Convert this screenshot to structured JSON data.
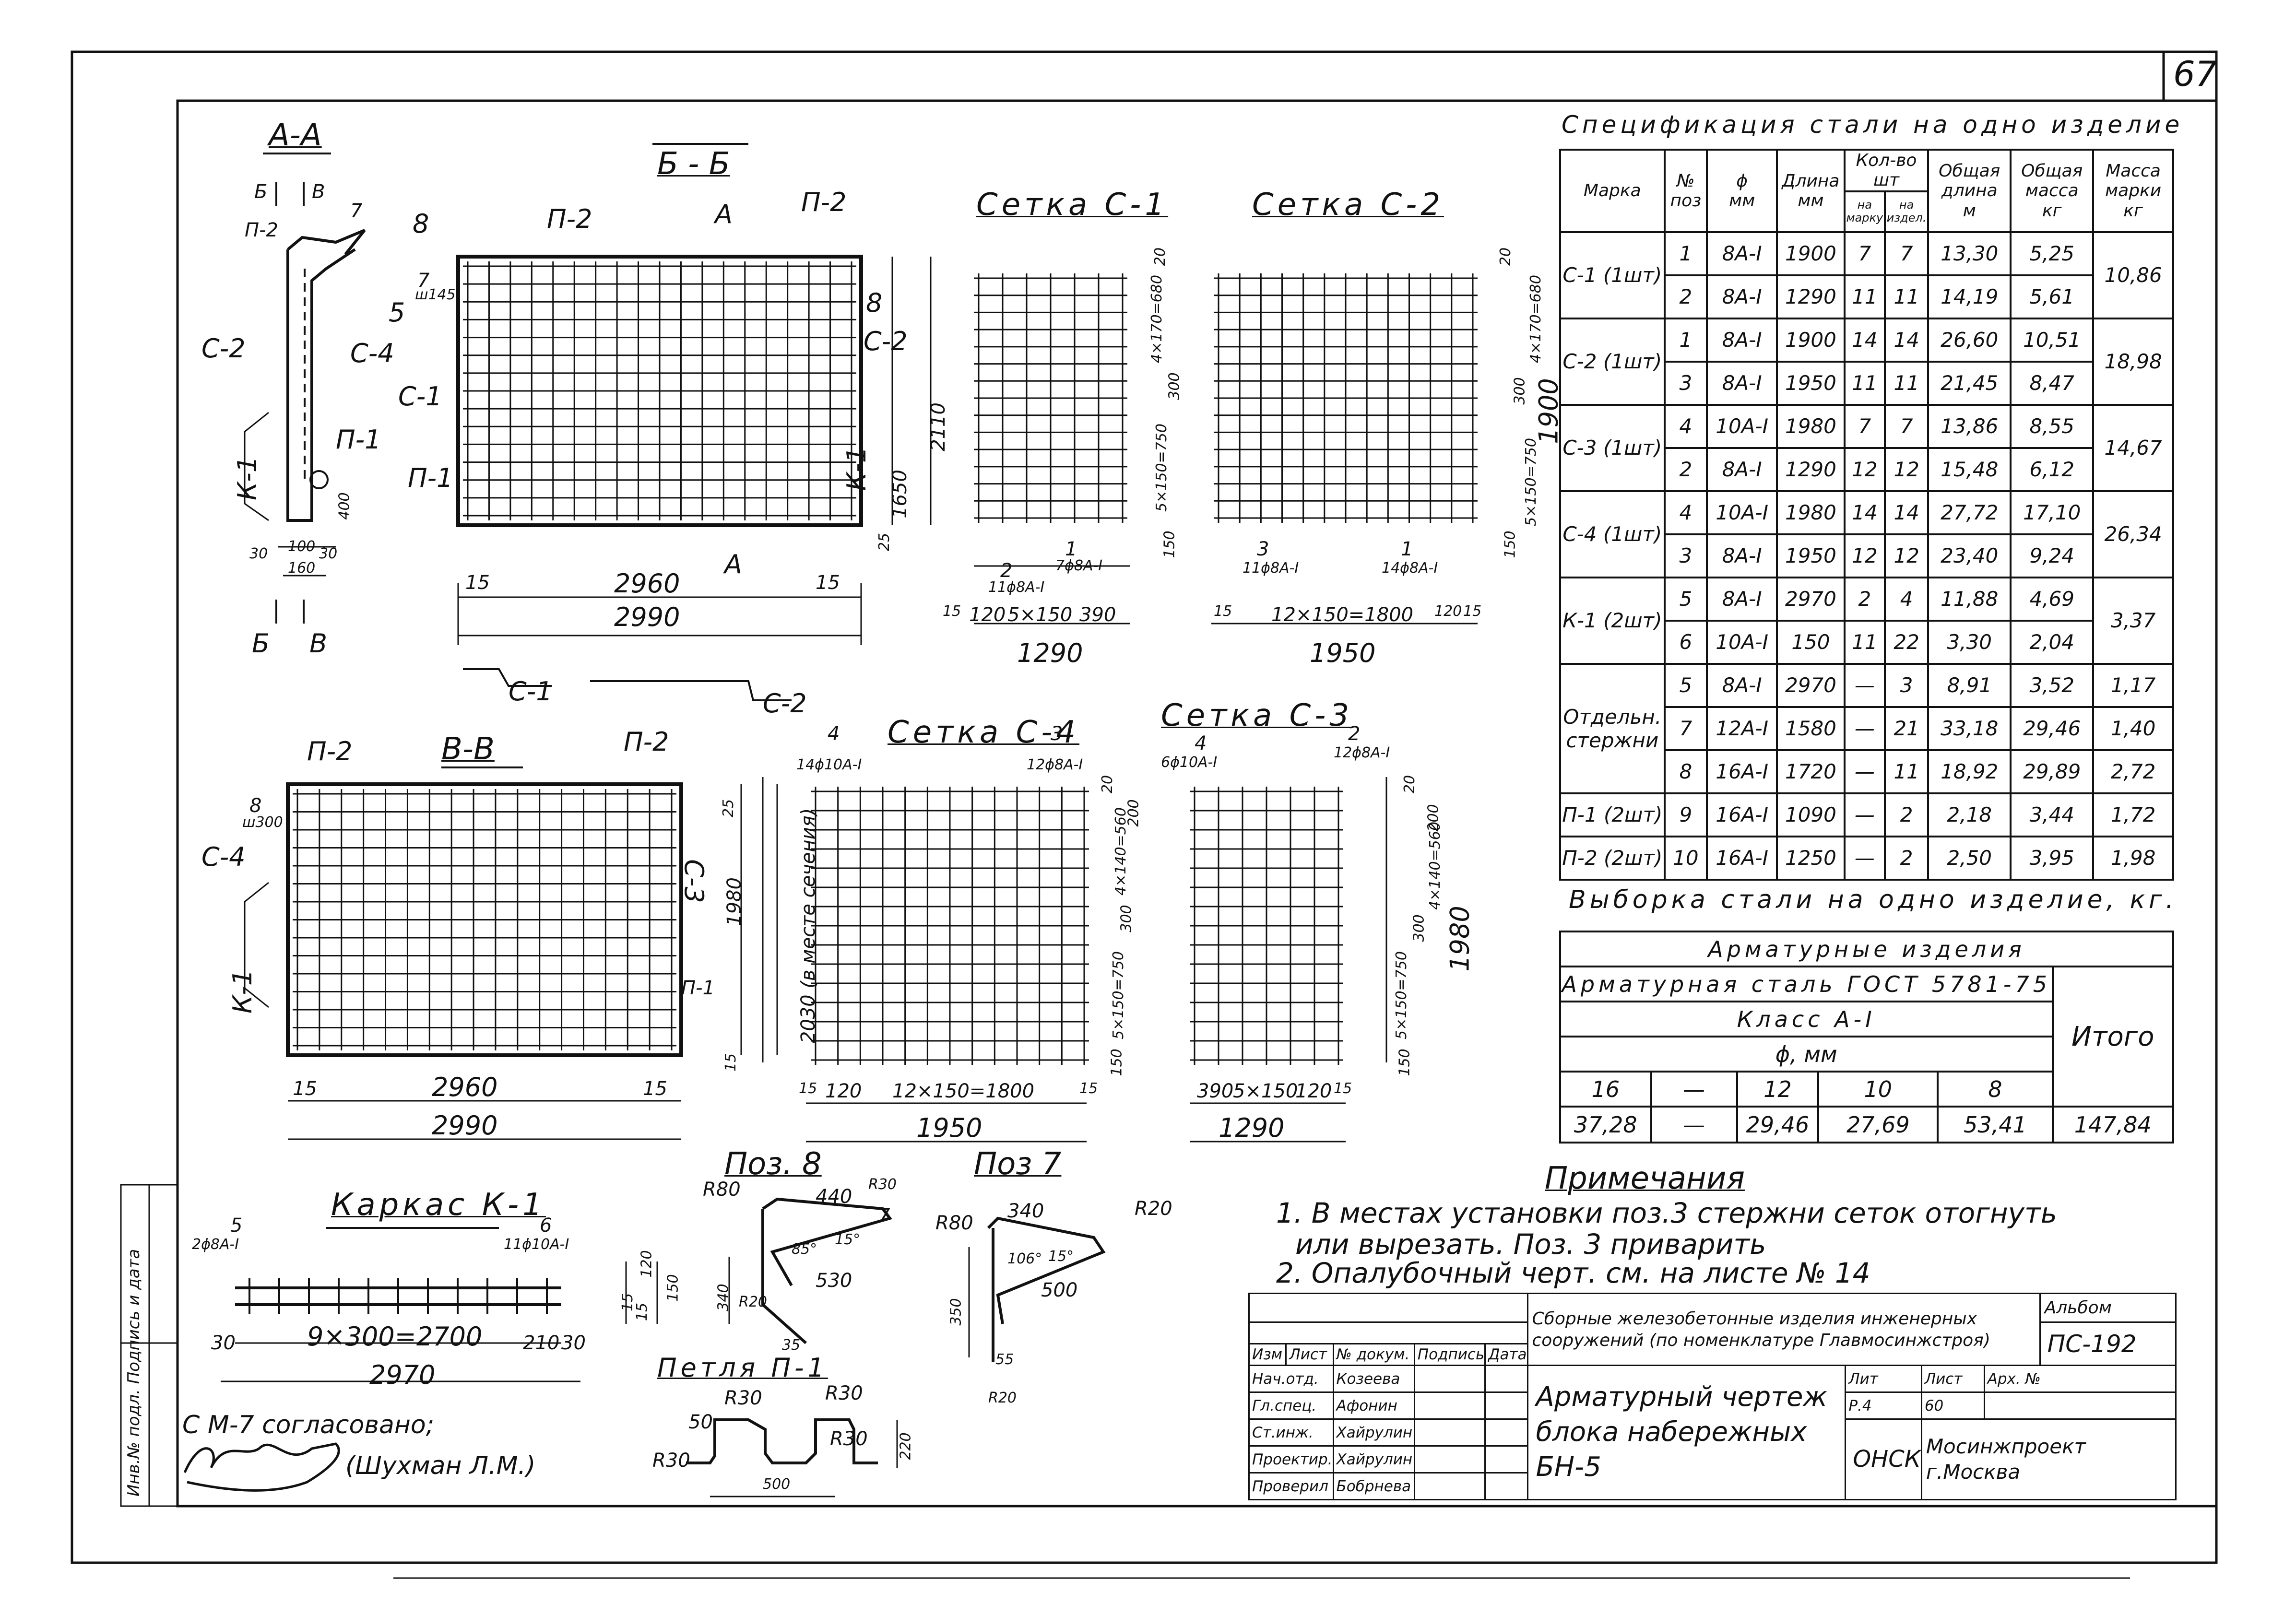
{
  "sheet_number": "67",
  "spec": {
    "title": "Спецификация стали на одно изделие",
    "headers": {
      "mark": "Марка",
      "pos": [
        "№",
        "поз"
      ],
      "diam": [
        "ϕ",
        "мм"
      ],
      "length": [
        "Длина",
        "мм"
      ],
      "qty": "Кол-во шт",
      "qty_mark": "на марку",
      "qty_item": "на издел.",
      "total_len": [
        "Общая длина",
        "м"
      ],
      "total_mass": [
        "Общая масса",
        "кг"
      ],
      "mass_mark": [
        "Масса марки",
        "кг"
      ]
    },
    "rows": [
      {
        "mark": "С-1 (1шт)",
        "mark_rows": 2,
        "pos": "1",
        "diam": "8А-I",
        "length": "1900",
        "qm": "7",
        "qi": "7",
        "tl": "13,30",
        "tm": "5,25",
        "mm": "10,86",
        "mm_rows": 2
      },
      {
        "pos": "2",
        "diam": "8А-I",
        "length": "1290",
        "qm": "11",
        "qi": "11",
        "tl": "14,19",
        "tm": "5,61"
      },
      {
        "mark": "С-2 (1шт)",
        "mark_rows": 2,
        "pos": "1",
        "diam": "8А-I",
        "length": "1900",
        "qm": "14",
        "qi": "14",
        "tl": "26,60",
        "tm": "10,51",
        "mm": "18,98",
        "mm_rows": 2
      },
      {
        "pos": "3",
        "diam": "8А-I",
        "length": "1950",
        "qm": "11",
        "qi": "11",
        "tl": "21,45",
        "tm": "8,47"
      },
      {
        "mark": "С-3 (1шт)",
        "mark_rows": 2,
        "pos": "4",
        "diam": "10А-I",
        "length": "1980",
        "qm": "7",
        "qi": "7",
        "tl": "13,86",
        "tm": "8,55",
        "mm": "14,67",
        "mm_rows": 2
      },
      {
        "pos": "2",
        "diam": "8А-I",
        "length": "1290",
        "qm": "12",
        "qi": "12",
        "tl": "15,48",
        "tm": "6,12"
      },
      {
        "mark": "С-4 (1шт)",
        "mark_rows": 2,
        "pos": "4",
        "diam": "10А-I",
        "length": "1980",
        "qm": "14",
        "qi": "14",
        "tl": "27,72",
        "tm": "17,10",
        "mm": "26,34",
        "mm_rows": 2
      },
      {
        "pos": "3",
        "diam": "8А-I",
        "length": "1950",
        "qm": "12",
        "qi": "12",
        "tl": "23,40",
        "tm": "9,24"
      },
      {
        "mark": "К-1 (2шт)",
        "mark_rows": 2,
        "pos": "5",
        "diam": "8А-I",
        "length": "2970",
        "qm": "2",
        "qi": "4",
        "tl": "11,88",
        "tm": "4,69",
        "mm": "3,37",
        "mm_rows": 2
      },
      {
        "pos": "6",
        "diam": "10А-I",
        "length": "150",
        "qm": "11",
        "qi": "22",
        "tl": "3,30",
        "tm": "2,04"
      },
      {
        "mark": "Отдельн. стержни",
        "mark_rows": 3,
        "pos": "5",
        "diam": "8А-I",
        "length": "2970",
        "qm": "—",
        "qi": "3",
        "tl": "8,91",
        "tm": "3,52",
        "mm": "1,17",
        "mm_rows": 1
      },
      {
        "pos": "7",
        "diam": "12А-I",
        "length": "1580",
        "qm": "—",
        "qi": "21",
        "tl": "33,18",
        "tm": "29,46",
        "mm": "1,40",
        "mm_rows": 1
      },
      {
        "pos": "8",
        "diam": "16А-I",
        "length": "1720",
        "qm": "—",
        "qi": "11",
        "tl": "18,92",
        "tm": "29,89",
        "mm": "2,72",
        "mm_rows": 1
      },
      {
        "mark": "П-1 (2шт)",
        "mark_rows": 1,
        "pos": "9",
        "diam": "16А-I",
        "length": "1090",
        "qm": "—",
        "qi": "2",
        "tl": "2,18",
        "tm": "3,44",
        "mm": "1,72",
        "mm_rows": 1
      },
      {
        "mark": "П-2 (2шт)",
        "mark_rows": 1,
        "pos": "10",
        "diam": "16А-I",
        "length": "1250",
        "qm": "—",
        "qi": "2",
        "tl": "2,50",
        "tm": "3,95",
        "mm": "1,98",
        "mm_rows": 1
      }
    ]
  },
  "selection": {
    "title": "Выборка стали на одно изделие, кг.",
    "h1": "Арматурные изделия",
    "h2": "Арматурная сталь ГОСТ 5781-75",
    "h3": "Класс А-I",
    "h4": "ϕ, мм",
    "total_label": "Итого",
    "diams": [
      "16",
      "—",
      "12",
      "10",
      "8"
    ],
    "values": [
      "37,28",
      "—",
      "29,46",
      "27,69",
      "53,41"
    ],
    "total": "147,84"
  },
  "notes": {
    "title": "Примечания",
    "n1a": "1. В местах установки поз.3 стержни сеток отогнуть",
    "n1b": "или вырезать. Поз. 3 приварить",
    "n2": "2. Опалубочный черт. см. на листе № 14"
  },
  "title_block": {
    "project": "Сборные железобетонные изделия инженерных сооружений (по номенклатуре Главмосинжстроя)",
    "album_label": "Альбом",
    "album": "ПС-192",
    "col_heads": [
      "Изм",
      "Лист",
      "№ докум.",
      "Подпись",
      "Дата"
    ],
    "roles": [
      "Нач.отд.",
      "Гл.спец.",
      "Ст.инж.",
      "Проектир.",
      "Проверил"
    ],
    "names": [
      "Козеева",
      "Афонин",
      "Хайрулин",
      "Хайрулин",
      "Бобрнева"
    ],
    "drawing_title": "Арматурный чертеж блока набережных БН-5",
    "lit_label": "Лит",
    "sheet_label": "Лист",
    "arch_label": "Арх. №",
    "lit": "Р.4",
    "sheet": "60",
    "dept": "ОНСК",
    "org": "Мосинжпроект г.Москва"
  },
  "approval": {
    "line1": "С М-7 согласовано;",
    "line2": "(Шухман Л.М.)"
  },
  "side_stamp": "Инв.№ подл.  Подпись и дата",
  "views": {
    "aa": {
      "title": "А-А",
      "labels": [
        "Б",
        "В",
        "П-2",
        "7",
        "8",
        "5",
        "С-2",
        "С-4",
        "К-1",
        "П-1",
        "400",
        "30",
        "100",
        "30",
        "160",
        "Б",
        "В"
      ]
    },
    "bb": {
      "title": "Б - Б",
      "labels": [
        "П-2",
        "А",
        "П-2",
        "7",
        "ш145",
        "8",
        "С-2",
        "С-1",
        "П-1",
        "К-1",
        "1650",
        "2110",
        "25",
        "2960",
        "15",
        "15",
        "2990",
        "А",
        "С-1",
        "С-2"
      ]
    },
    "vv": {
      "title": "В-В",
      "labels": [
        "П-2",
        "П-2",
        "8",
        "ш300",
        "С-4",
        "С-3",
        "К-1",
        "П-1",
        "25",
        "1980",
        "2030 (в месте сечения)",
        "15",
        "15",
        "2960",
        "15",
        "2990"
      ]
    },
    "c1": {
      "title": "Сетка С-1",
      "labels": [
        "20",
        "4×170=680",
        "300",
        "5×150=750",
        "150",
        "2",
        "11ϕ8А-I",
        "1",
        "7ϕ8А-I",
        "15",
        "120",
        "5×150",
        "390",
        "1290"
      ]
    },
    "c2": {
      "title": "Сетка С-2",
      "labels": [
        "20",
        "300",
        "4×170=680",
        "1900",
        "5×150=750",
        "150",
        "3",
        "11ϕ8А-I",
        "1",
        "14ϕ8А-I",
        "15",
        "12×150=1800",
        "120",
        "15",
        "1950"
      ]
    },
    "c4": {
      "title": "Сетка С-4",
      "labels": [
        "4",
        "14ϕ10А-I",
        "3",
        "12ϕ8А-I",
        "20",
        "200",
        "4×140=560",
        "300",
        "5×150=750",
        "150",
        "15",
        "120",
        "12×150=1800",
        "15",
        "1950"
      ]
    },
    "c3": {
      "title": "Сетка С-3",
      "labels": [
        "4",
        "6ϕ10А-I",
        "2",
        "12ϕ8А-I",
        "20",
        "200",
        "300",
        "4×140=560",
        "1980",
        "5×150=750",
        "150",
        "390",
        "5×150",
        "120",
        "15",
        "1290"
      ]
    },
    "k1": {
      "title": "Каркас К-1",
      "labels": [
        "5",
        "2ϕ8А-I",
        "6",
        "11ϕ10А-I",
        "30",
        "9×300=2700",
        "210",
        "30",
        "2970"
      ]
    },
    "poz8": {
      "title": "Поз. 8",
      "labels": [
        "R80",
        "440",
        "R30",
        "7",
        "85°",
        "15°",
        "340",
        "R20",
        "530",
        "35",
        "15",
        "120",
        "15",
        "150"
      ]
    },
    "poz7": {
      "title": "Поз 7",
      "labels": [
        "R80",
        "340",
        "R20",
        "106°",
        "15°",
        "500",
        "350",
        "55",
        "R20"
      ]
    },
    "p1": {
      "title": "Петля П-1",
      "labels": [
        "R30",
        "R30",
        "50",
        "R30",
        "R30",
        "500",
        "220"
      ]
    }
  }
}
